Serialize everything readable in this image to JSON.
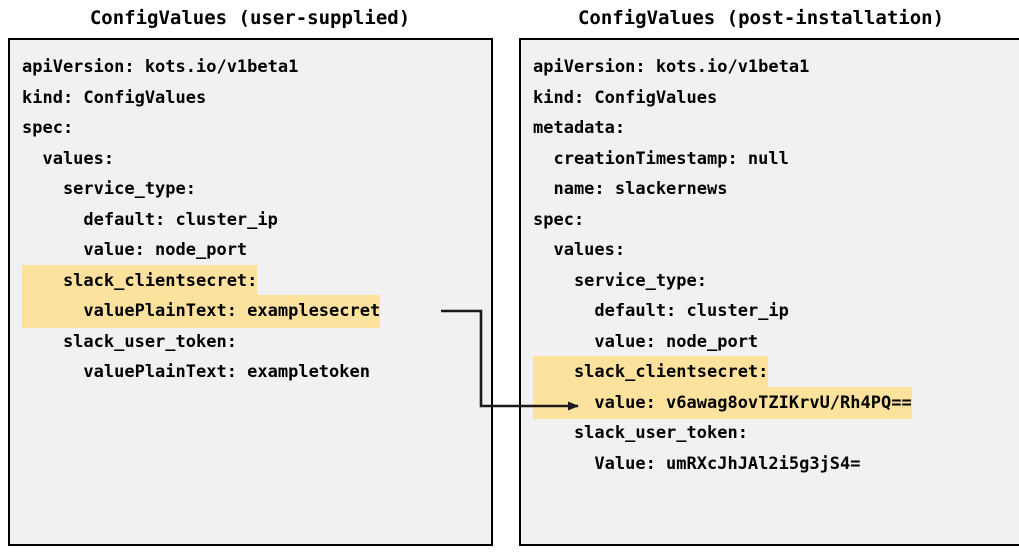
{
  "panels": [
    {
      "title": "ConfigValues (user-supplied)",
      "lines": [
        {
          "text": "apiVersion: kots.io/v1beta1",
          "highlight": false
        },
        {
          "text": "kind: ConfigValues",
          "highlight": false
        },
        {
          "text": "spec:",
          "highlight": false
        },
        {
          "text": "  values:",
          "highlight": false
        },
        {
          "text": "    service_type:",
          "highlight": false
        },
        {
          "text": "      default: cluster_ip",
          "highlight": false
        },
        {
          "text": "      value: node_port",
          "highlight": false
        },
        {
          "text": "    slack_clientsecret:",
          "highlight": true
        },
        {
          "text": "      valuePlainText: examplesecret",
          "highlight": true
        },
        {
          "text": "    slack_user_token:",
          "highlight": false
        },
        {
          "text": "      valuePlainText: exampletoken",
          "highlight": false
        }
      ]
    },
    {
      "title": "ConfigValues (post-installation)",
      "lines": [
        {
          "text": "apiVersion: kots.io/v1beta1",
          "highlight": false
        },
        {
          "text": "kind: ConfigValues",
          "highlight": false
        },
        {
          "text": "metadata:",
          "highlight": false
        },
        {
          "text": "  creationTimestamp: null",
          "highlight": false
        },
        {
          "text": "  name: slackernews",
          "highlight": false
        },
        {
          "text": "spec:",
          "highlight": false
        },
        {
          "text": "  values:",
          "highlight": false
        },
        {
          "text": "    service_type:",
          "highlight": false
        },
        {
          "text": "      default: cluster_ip",
          "highlight": false
        },
        {
          "text": "      value: node_port",
          "highlight": false
        },
        {
          "text": "    slack_clientsecret:",
          "highlight": true
        },
        {
          "text": "      value: v6awag8ovTZIKrvU/Rh4PQ==",
          "highlight": true
        },
        {
          "text": "    slack_user_token:",
          "highlight": false
        },
        {
          "text": "      Value: umRXcJhJAl2i5g3jS4=",
          "highlight": false
        }
      ]
    }
  ],
  "connector": {
    "name": "secret-encryption-arrow",
    "from_line": "valuePlainText: examplesecret",
    "to_line": "value: v6awag8ovTZIKrvU/Rh4PQ==",
    "color": "#1a1a1a"
  },
  "colors": {
    "highlight": "#fce29c",
    "panel_background": "#f1f1f1",
    "panel_border": "#000000",
    "text": "#000000",
    "page_background": "#ffffff"
  }
}
